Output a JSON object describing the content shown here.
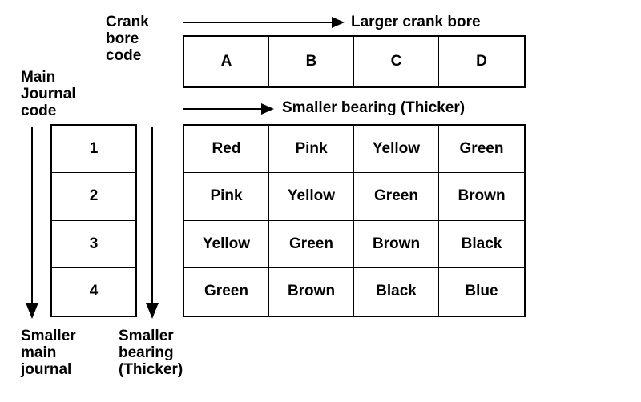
{
  "labels": {
    "crank_bore_code": "Crank\nbore\ncode",
    "main_journal_code": "Main\nJournal\ncode",
    "larger_crank_bore": "Larger crank bore",
    "smaller_bearing_top": "Smaller bearing (Thicker)",
    "smaller_main_journal": "Smaller\nmain\njournal",
    "smaller_bearing_bottom": "Smaller\nbearing\n(Thicker)"
  },
  "crank_bore_codes": [
    "A",
    "B",
    "C",
    "D"
  ],
  "main_journal_codes": [
    "1",
    "2",
    "3",
    "4"
  ],
  "bearing_colors": [
    [
      "Red",
      "Pink",
      "Yellow",
      "Green"
    ],
    [
      "Pink",
      "Yellow",
      "Green",
      "Brown"
    ],
    [
      "Yellow",
      "Green",
      "Brown",
      "Black"
    ],
    [
      "Green",
      "Brown",
      "Black",
      "Blue"
    ]
  ]
}
